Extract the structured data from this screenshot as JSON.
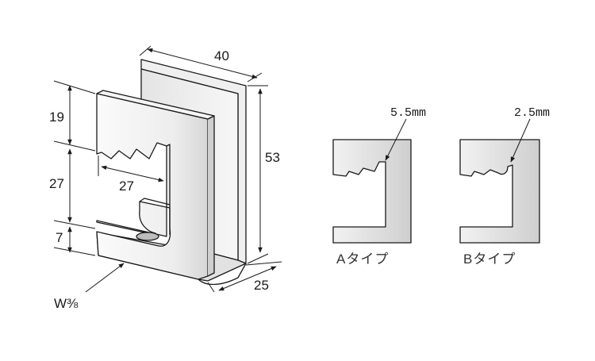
{
  "dimensions": {
    "width_top": "40",
    "height_right": "53",
    "depth_bottom": "25",
    "left_upper": "19",
    "left_middle": "27",
    "left_lower": "7",
    "slot_width": "27",
    "screw_label": "W⅜"
  },
  "type_a": {
    "label": "Aタイプ",
    "callout": "5.5mm"
  },
  "type_b": {
    "label": "Bタイプ",
    "callout": "2.5mm"
  },
  "colors": {
    "plate_light": "#f3f3f3",
    "plate_shade": "#d9d9d9",
    "profile_fill": "#dedede",
    "line": "#1a1a1a"
  }
}
